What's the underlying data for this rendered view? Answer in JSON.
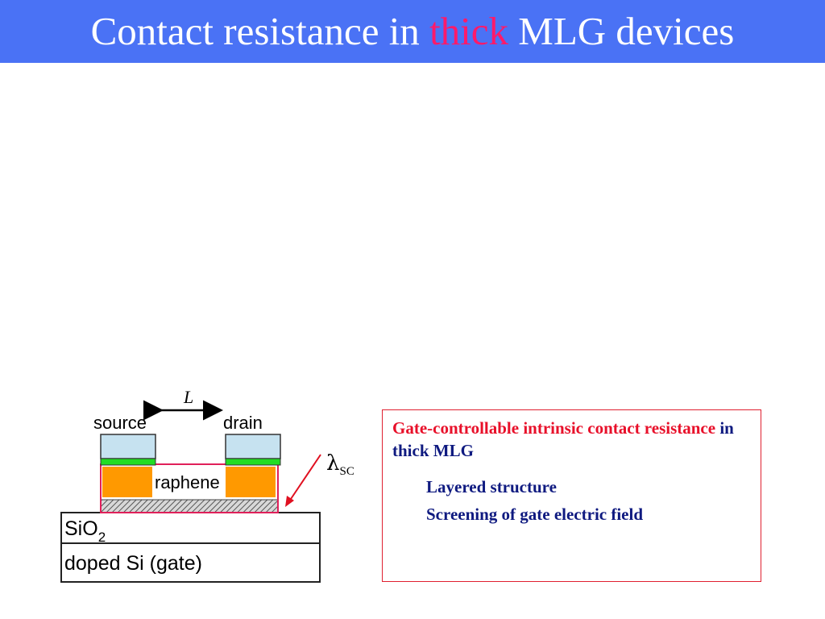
{
  "slide": {
    "title_pre": "Contact resistance in",
    "title_highlight": "thick",
    "title_post": "MLG devices"
  },
  "diagram": {
    "length_label": "L",
    "source_label": "source",
    "drain_label": "drain",
    "graphene_label": "raphene",
    "sio2_label": "SiO",
    "sio2_sub": "2",
    "gate_label": "doped Si (gate)",
    "lambda_symbol": "λ",
    "lambda_sub": "SC"
  },
  "info": {
    "heading_red": "Gate-controllable intrinsic contact resistance",
    "heading_navy": "in thick MLG",
    "points": [
      "Layered structure",
      "Screening of gate electric field"
    ]
  },
  "colors": {
    "title_bg": "#4a72f5",
    "highlight": "#ff1a6a",
    "red_text": "#e8102a",
    "navy_text": "#0f1a80",
    "contact_blue": "#c6e2f0",
    "contact_green": "#22dd22",
    "contact_orange": "#ff9900",
    "outline_red": "#e0205a"
  }
}
